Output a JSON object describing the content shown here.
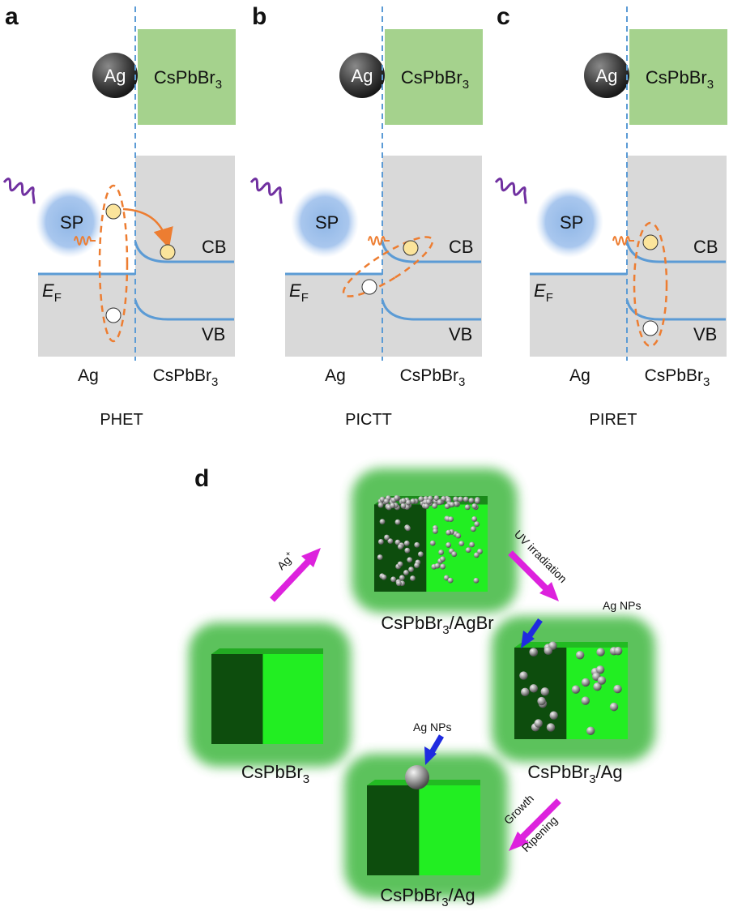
{
  "panels": [
    {
      "letter": "a",
      "metal": "Ag",
      "semi": "CsPbBr",
      "semi_sub": "3",
      "sp": "SP",
      "cb": "CB",
      "vb": "VB",
      "ef": "E",
      "ef_sub": "F",
      "left_label": "Ag",
      "right_label": "CsPbBr",
      "right_sub": "3",
      "mechanism": "PHET"
    },
    {
      "letter": "b",
      "metal": "Ag",
      "semi": "CsPbBr",
      "semi_sub": "3",
      "sp": "SP",
      "cb": "CB",
      "vb": "VB",
      "ef": "E",
      "ef_sub": "F",
      "left_label": "Ag",
      "right_label": "CsPbBr",
      "right_sub": "3",
      "mechanism": "PICTT"
    },
    {
      "letter": "c",
      "metal": "Ag",
      "semi": "CsPbBr",
      "semi_sub": "3",
      "sp": "SP",
      "cb": "CB",
      "vb": "VB",
      "ef": "E",
      "ef_sub": "F",
      "left_label": "Ag",
      "right_label": "CsPbBr",
      "right_sub": "3",
      "mechanism": "PIRET"
    }
  ],
  "panel_d": {
    "letter": "d",
    "agplus": "Ag",
    "agplus_sup": "+",
    "uv": "UV irradiation",
    "ag_nps_1": "Ag NPs",
    "ag_nps_2": "Ag NPs",
    "growth": "Growth",
    "ripening": "Ripening",
    "cube_top_label_a": "CsPbBr",
    "cube_top_label_sub": "3",
    "cube_top_label_b": "/AgBr",
    "cube_left_label_a": "CsPbBr",
    "cube_left_label_sub": "3",
    "cube_right_label_a": "CsPbBr",
    "cube_right_label_sub": "3",
    "cube_right_label_b": "/Ag",
    "cube_bottom_label_a": "CsPbBr",
    "cube_bottom_label_sub": "3",
    "cube_bottom_label_b": "/Ag"
  },
  "colors": {
    "green_block": "#a5d28d",
    "band_gray": "#d9d9d9",
    "band_line": "#5b9bd5",
    "dashed_line": "#5b9bd5",
    "orange": "#ed7d31",
    "electron": "#fbe49b",
    "purple": "#7030a0",
    "magenta_arrow": "#dd22dd",
    "blue_arrow": "#1f2be0",
    "cube_bright": "#22ee22",
    "cube_dark": "#0d4d0d",
    "glow": "#3fb83f"
  }
}
